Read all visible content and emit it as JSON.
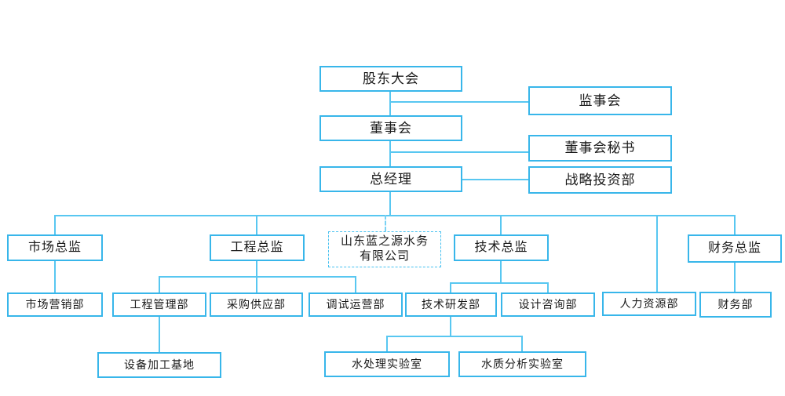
{
  "colors": {
    "box_border": "#38b6ea",
    "connector_line": "#58c7f1",
    "dashed_border": "#45c0f0",
    "text": "#1a1a1a",
    "background": "#ffffff"
  },
  "nodes": {
    "shareholders_meeting": {
      "label": "股东大会"
    },
    "supervisory_board": {
      "label": "监事会"
    },
    "board_of_directors": {
      "label": "董事会"
    },
    "board_secretary": {
      "label": "董事会秘书"
    },
    "general_manager": {
      "label": "总经理"
    },
    "strategic_investment_dept": {
      "label": "战略投资部"
    },
    "marketing_director": {
      "label": "市场总监"
    },
    "engineering_director": {
      "label": "工程总监"
    },
    "company": {
      "label": "山东蓝之源水务\n有限公司"
    },
    "technical_director": {
      "label": "技术总监"
    },
    "finance_director": {
      "label": "财务总监"
    },
    "marketing_dept": {
      "label": "市场营销部"
    },
    "engineering_management_dept": {
      "label": "工程管理部"
    },
    "procurement_supply_dept": {
      "label": "采购供应部"
    },
    "commissioning_operation_dept": {
      "label": "调试运营部"
    },
    "technology_rd_dept": {
      "label": "技术研发部"
    },
    "design_consulting_dept": {
      "label": "设计咨询部"
    },
    "hr_dept": {
      "label": "人力资源部"
    },
    "finance_dept": {
      "label": "财务部"
    },
    "equipment_processing_base": {
      "label": "设备加工基地"
    },
    "water_treatment_lab": {
      "label": "水处理实验室"
    },
    "water_quality_analysis_lab": {
      "label": "水质分析实验室"
    }
  },
  "hierarchy": [
    {
      "from": "shareholders_meeting",
      "to": "board_of_directors",
      "style": "solid"
    },
    {
      "from": "shareholders_meeting",
      "to": "supervisory_board",
      "style": "solid"
    },
    {
      "from": "board_of_directors",
      "to": "general_manager",
      "style": "solid"
    },
    {
      "from": "board_of_directors",
      "to": "board_secretary",
      "style": "solid"
    },
    {
      "from": "general_manager",
      "to": "strategic_investment_dept",
      "style": "solid"
    },
    {
      "from": "general_manager",
      "to": "marketing_director",
      "style": "solid"
    },
    {
      "from": "general_manager",
      "to": "engineering_director",
      "style": "solid"
    },
    {
      "from": "general_manager",
      "to": "company",
      "style": "dashed"
    },
    {
      "from": "general_manager",
      "to": "technical_director",
      "style": "solid"
    },
    {
      "from": "general_manager",
      "to": "hr_dept",
      "style": "solid"
    },
    {
      "from": "general_manager",
      "to": "finance_director",
      "style": "solid"
    },
    {
      "from": "marketing_director",
      "to": "marketing_dept",
      "style": "solid"
    },
    {
      "from": "engineering_director",
      "to": "engineering_management_dept",
      "style": "solid"
    },
    {
      "from": "engineering_director",
      "to": "procurement_supply_dept",
      "style": "solid"
    },
    {
      "from": "engineering_director",
      "to": "commissioning_operation_dept",
      "style": "solid"
    },
    {
      "from": "engineering_management_dept",
      "to": "equipment_processing_base",
      "style": "solid"
    },
    {
      "from": "technical_director",
      "to": "technology_rd_dept",
      "style": "solid"
    },
    {
      "from": "technical_director",
      "to": "design_consulting_dept",
      "style": "solid"
    },
    {
      "from": "technology_rd_dept",
      "to": "water_treatment_lab",
      "style": "solid"
    },
    {
      "from": "technology_rd_dept",
      "to": "water_quality_analysis_lab",
      "style": "solid"
    },
    {
      "from": "finance_director",
      "to": "finance_dept",
      "style": "solid"
    }
  ]
}
